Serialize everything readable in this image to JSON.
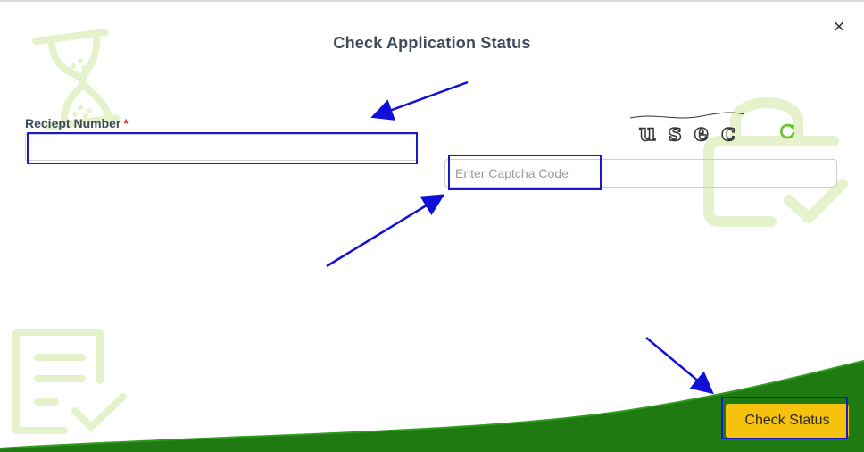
{
  "modal": {
    "title": "Check Application Status",
    "close_glyph": "×"
  },
  "form": {
    "receipt_label": "Reciept Number",
    "required_mark": "*",
    "receipt_value": "",
    "captcha_placeholder": "Enter Captcha Code",
    "captcha_value": "",
    "captcha_text": "usec"
  },
  "actions": {
    "submit_label": "Check Status"
  },
  "icons": {
    "close": "close-icon",
    "refresh": "refresh-icon",
    "hourglass": "hourglass-icon",
    "lock": "lock-check-icon",
    "document": "document-check-icon"
  },
  "colors": {
    "title": "#3d4a5c",
    "button": "#f6c20e",
    "wave": "#1f7a12",
    "highlight": "#1a1acc",
    "refresh": "#5cc52b"
  }
}
